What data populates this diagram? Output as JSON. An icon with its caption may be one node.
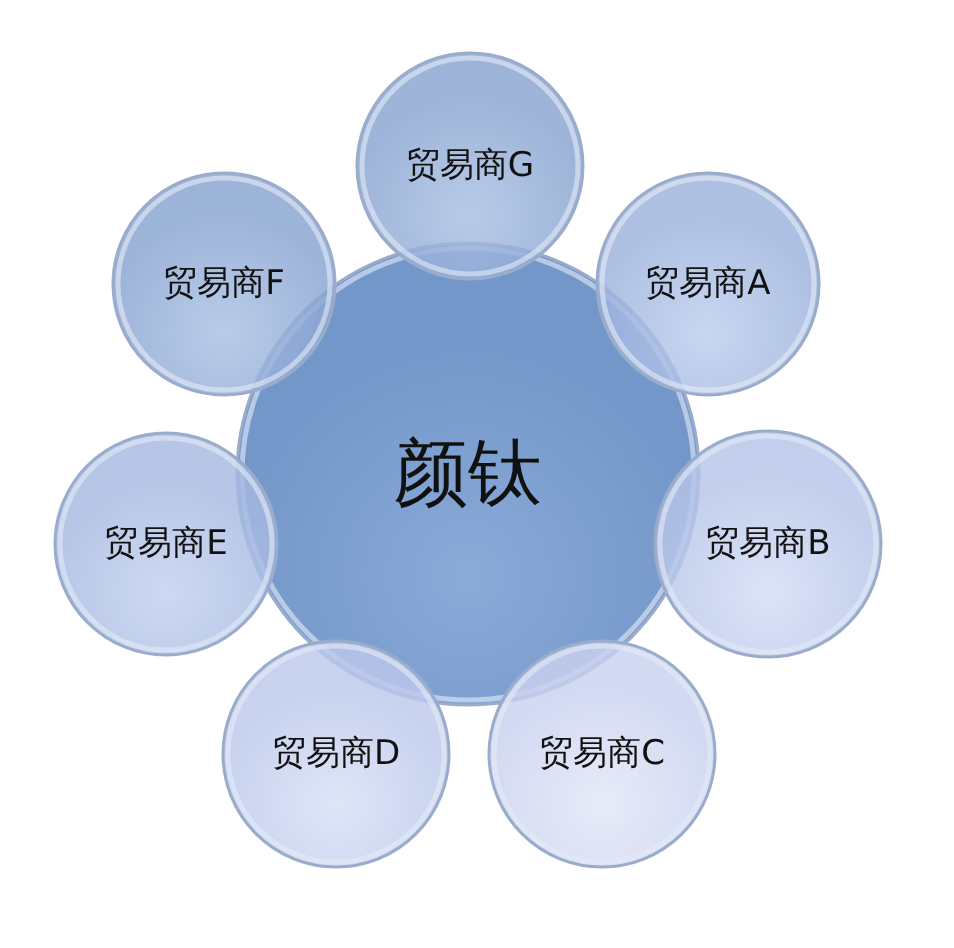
{
  "diagram": {
    "nodes": [
      {
        "text": [
          "贸易商G"
        ]
      },
      {
        "text": [
          "贸易商F"
        ]
      },
      {
        "text": [
          "贸易商A"
        ]
      },
      {
        "text": [
          "颜钛"
        ]
      },
      {
        "text": [
          "贸易商E"
        ]
      },
      {
        "text": [
          "贸易商B"
        ]
      },
      {
        "text": [
          "贸易商D"
        ]
      },
      {
        "text": [
          "贸易商C"
        ]
      }
    ]
  }
}
